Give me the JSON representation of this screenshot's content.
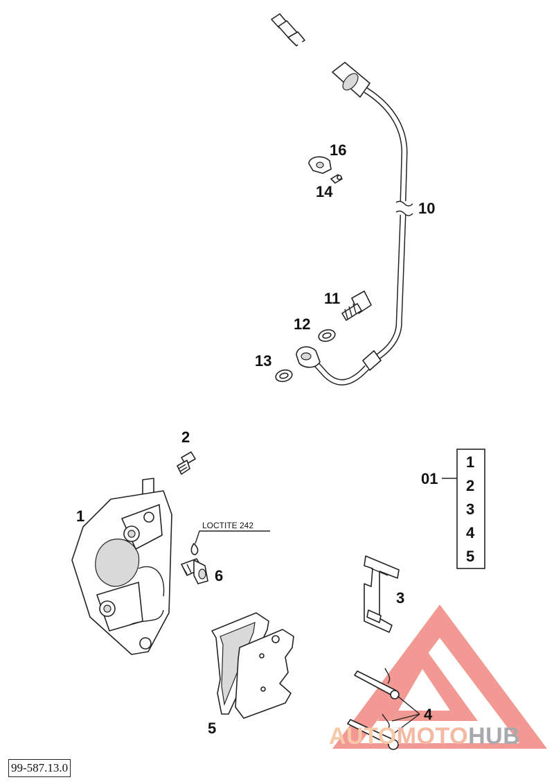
{
  "callouts": {
    "c1": "1",
    "c2": "2",
    "c3": "3",
    "c4": "4",
    "c5": "5",
    "c6": "6",
    "c10": "10",
    "c11": "11",
    "c12": "12",
    "c13": "13",
    "c14": "14",
    "c16": "16"
  },
  "annotation": {
    "loctite": "LOCTITE 242"
  },
  "kit": {
    "label": "01",
    "items": [
      "1",
      "2",
      "3",
      "4",
      "5"
    ]
  },
  "diagram_code": "99-587.13.0",
  "watermark": {
    "part1": "AUTO",
    "part2": "MOTO",
    "part3": "HUB",
    "colors": {
      "triangle": "#e8463c",
      "auto": "#f6c9a8",
      "moto": "#f3b9a3",
      "hub": "#a7a9ad"
    }
  }
}
